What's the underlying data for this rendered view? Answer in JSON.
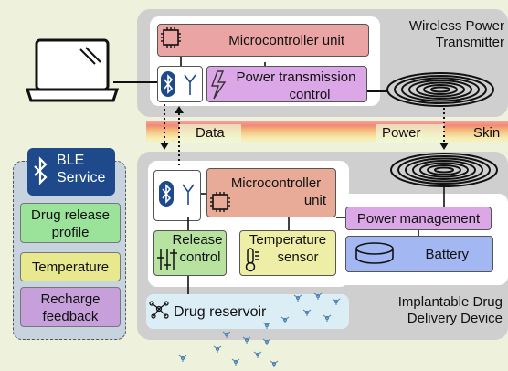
{
  "transmitter": {
    "title_line1": "Wireless Power",
    "title_line2": "Transmitter",
    "mcu_label": "Microcontroller unit",
    "ptc_line1": "Power transmission",
    "ptc_line2": "control"
  },
  "link": {
    "data_label": "Data",
    "power_label": "Power",
    "skin_label": "Skin"
  },
  "device": {
    "title_line1": "Implantable Drug",
    "title_line2": "Delivery Device",
    "mcu_line1": "Microcontroller",
    "mcu_line2": "unit",
    "release_line1": "Release",
    "release_line2": "control",
    "temp_line1": "Temperature",
    "temp_line2": "sensor",
    "power_mgmt": "Power management",
    "battery": "Battery",
    "reservoir": "Drug reservoir"
  },
  "ble": {
    "head_line1": "BLE",
    "head_line2": "Service",
    "item1_line1": "Drug release",
    "item1_line2": "profile",
    "item2": "Temperature",
    "item3_line1": "Recharge",
    "item3_line2": "feedback"
  },
  "colors": {
    "mcu": "#eaa4a4",
    "power_control": "#dca7e6",
    "release": "#b7e2a0",
    "temperature": "#eeeea6",
    "battery": "#a3b7f2",
    "ble_head": "#1e4a8c"
  }
}
